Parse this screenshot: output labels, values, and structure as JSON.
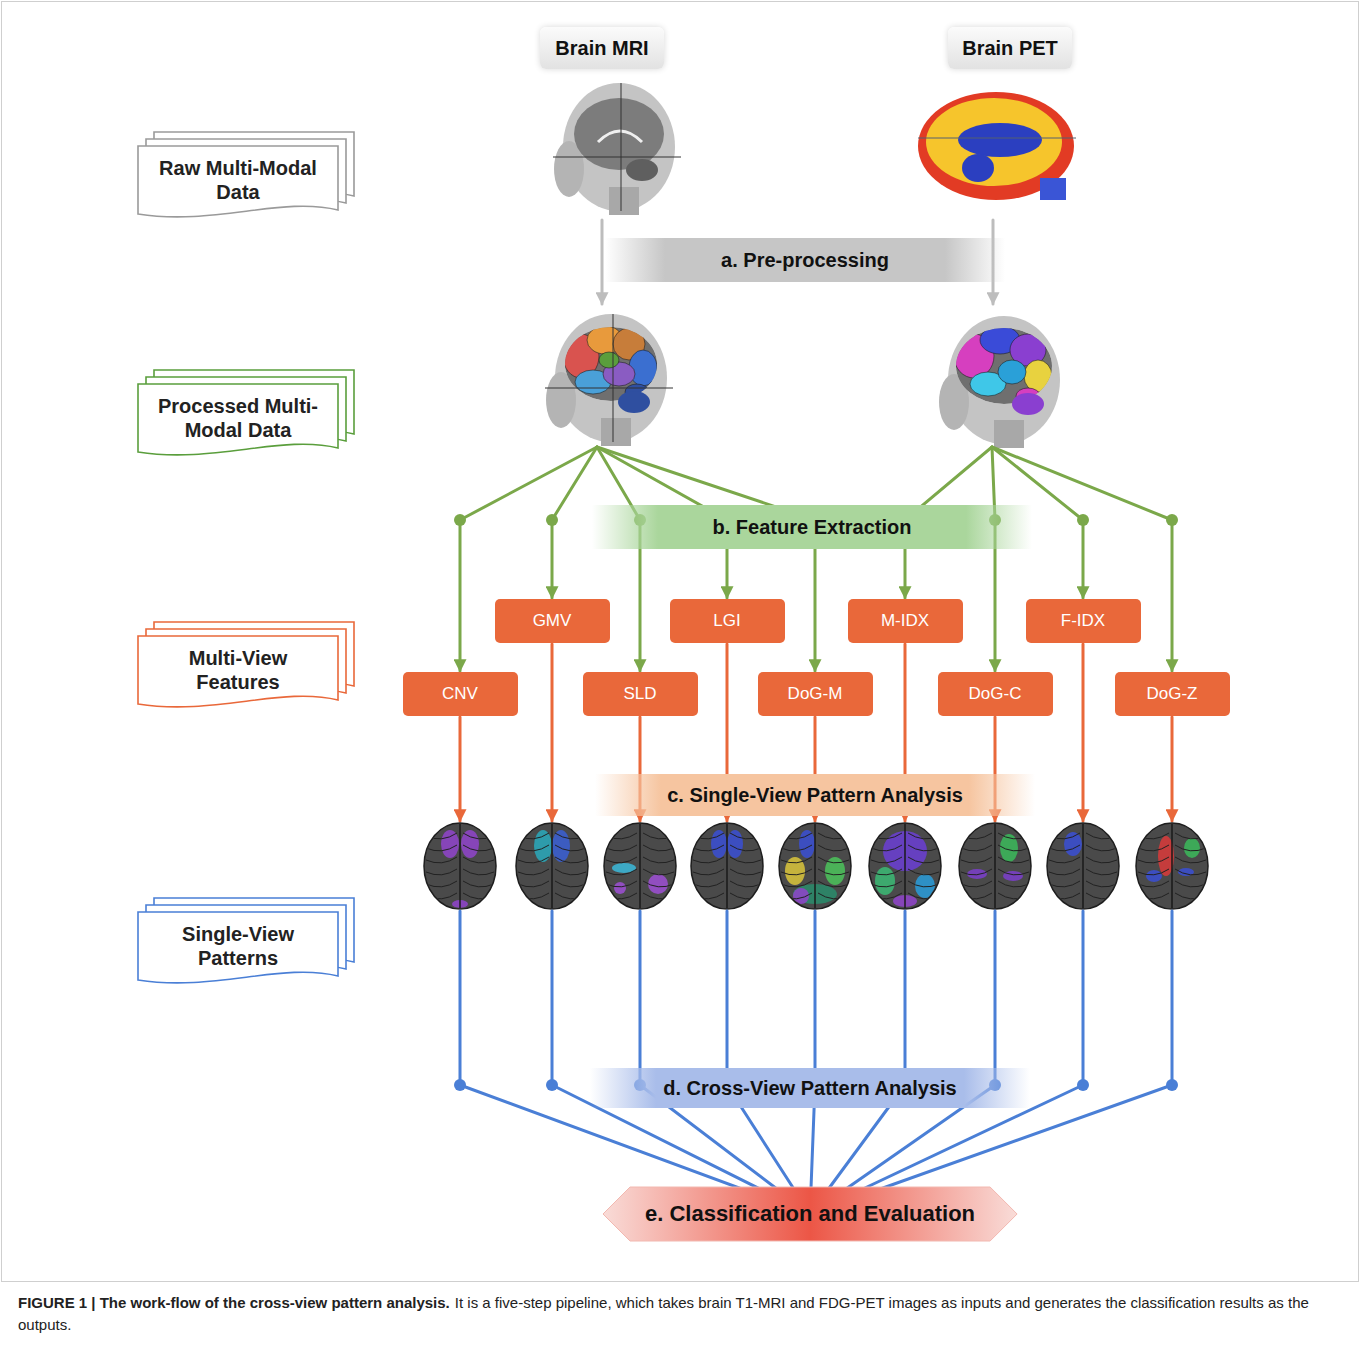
{
  "diagram": {
    "title": "FIGURE 1 | The work-flow of the cross-view pattern analysis.",
    "caption": "It is a five-step pipeline, which takes brain T1-MRI and FDG-PET images as inputs and generates the classification results as the outputs.",
    "nodes": [
      {
        "text": [
          "Brain MRI"
        ]
      },
      {
        "text": [
          "Brain PET"
        ]
      },
      {
        "text": [
          "Raw Multi-Modal Data"
        ]
      },
      {
        "text": [
          "a. Pre-processing"
        ]
      },
      {
        "text": [
          "Processed Multi-Modal Data"
        ]
      },
      {
        "text": [
          "b. Feature Extraction"
        ]
      },
      {
        "text": [
          "Multi-View Features"
        ]
      },
      {
        "text": [
          "CNV"
        ]
      },
      {
        "text": [
          "GMV"
        ]
      },
      {
        "text": [
          "SLD"
        ]
      },
      {
        "text": [
          "LGI"
        ]
      },
      {
        "text": [
          "DoG-M"
        ]
      },
      {
        "text": [
          "M-IDX"
        ]
      },
      {
        "text": [
          "DoG-C"
        ]
      },
      {
        "text": [
          "F-IDX"
        ]
      },
      {
        "text": [
          "DoG-Z"
        ]
      },
      {
        "text": [
          "c. Single-View Pattern Analysis"
        ]
      },
      {
        "text": [
          "Single-View Patterns"
        ]
      },
      {
        "text": [
          "d. Cross-View Pattern Analysis"
        ]
      },
      {
        "text": [
          "e. Classification and Evaluation"
        ]
      }
    ]
  }
}
